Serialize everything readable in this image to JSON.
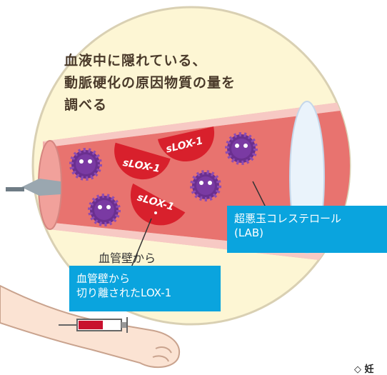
{
  "heading": {
    "line1": "血液中に隠れている、",
    "line2": "動脈硬化の原因物質の量を",
    "line3": "調べる"
  },
  "particle_label": "sLOX-1",
  "stray_label": "血管壁から",
  "callouts": {
    "lab": {
      "line1": "超悪玉コレステロール",
      "line2": "(LAB)"
    },
    "slox": {
      "line1": "血管壁から",
      "line2": "切り離されたLOX-1"
    }
  },
  "footer_note": "◇ 妊",
  "colors": {
    "circle_fill": "#fdf6d4",
    "vessel_red": "#e8736f",
    "slox_red": "#d8202c",
    "virus_purple": "#6a2f8f",
    "callout_blue": "#0aa4de",
    "skin": "#fbe3d3"
  }
}
